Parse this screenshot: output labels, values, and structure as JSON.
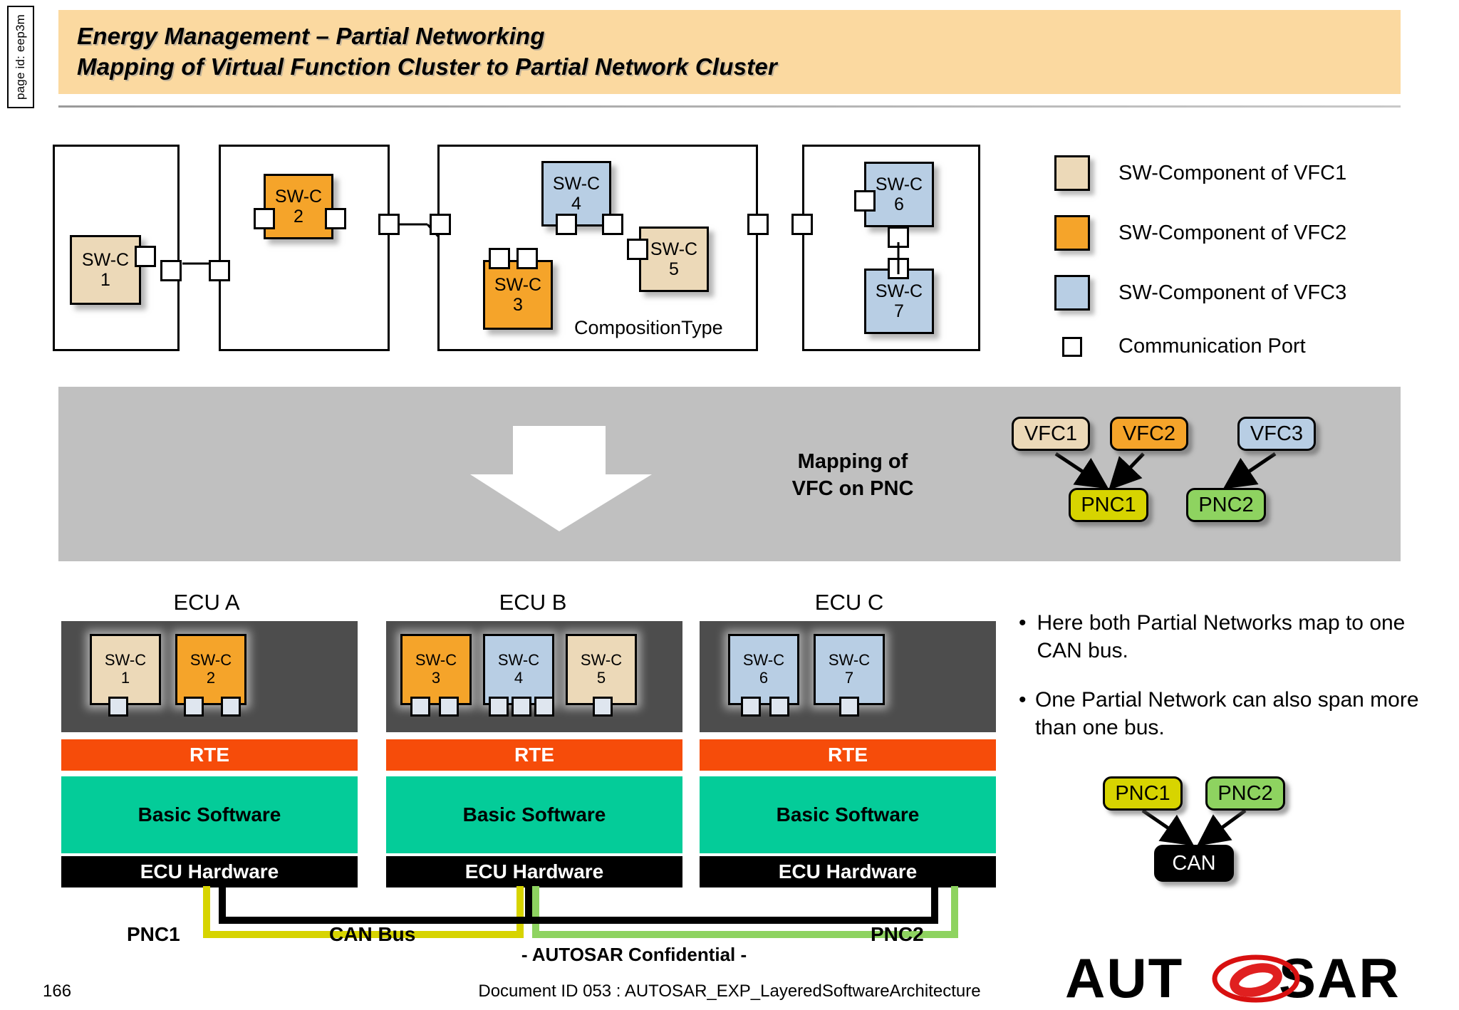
{
  "page_id": "page id: eep3m",
  "title": {
    "line1": "Energy Management – Partial Networking",
    "line2": "Mapping of Virtual Function Cluster to Partial Network Cluster"
  },
  "colors": {
    "vfc1": "#ecd9b8",
    "vfc2": "#f5a42a",
    "vfc3": "#b8cee4",
    "pnc1": "#d7d400",
    "pnc2": "#8ed360",
    "rte": "#f64c0a",
    "basic_software": "#04cc99",
    "ecu_hardware": "#000000",
    "title_band": "#fbd9a0",
    "gray_band": "#c0c0c0",
    "app_layer": "#4d4d4d"
  },
  "composition": {
    "label": "CompositionType",
    "components": [
      {
        "name": "SW-C",
        "num": "1",
        "vfc": "vfc1"
      },
      {
        "name": "SW-C",
        "num": "2",
        "vfc": "vfc2"
      },
      {
        "name": "SW-C",
        "num": "3",
        "vfc": "vfc2"
      },
      {
        "name": "SW-C",
        "num": "4",
        "vfc": "vfc3"
      },
      {
        "name": "SW-C",
        "num": "5",
        "vfc": "vfc1"
      },
      {
        "name": "SW-C",
        "num": "6",
        "vfc": "vfc3"
      },
      {
        "name": "SW-C",
        "num": "7",
        "vfc": "vfc3"
      }
    ]
  },
  "legend": {
    "items": [
      {
        "icon": "swatch-vfc1",
        "label": "SW-Component of VFC1"
      },
      {
        "icon": "swatch-vfc2",
        "label": "SW-Component of VFC2"
      },
      {
        "icon": "swatch-vfc3",
        "label": "SW-Component of VFC3"
      },
      {
        "icon": "communication-port-icon",
        "label": "Communication Port"
      }
    ]
  },
  "mapping": {
    "arrow_label": "Mapping of\nVFC on PNC",
    "arrow_label_l1": "Mapping of",
    "arrow_label_l2": "VFC on PNC",
    "vfc_nodes": [
      {
        "label": "VFC1",
        "color": "vfc1"
      },
      {
        "label": "VFC2",
        "color": "vfc2"
      },
      {
        "label": "VFC3",
        "color": "vfc3"
      }
    ],
    "pnc_nodes": [
      {
        "label": "PNC1",
        "color": "pnc1"
      },
      {
        "label": "PNC2",
        "color": "pnc2"
      }
    ],
    "edges": [
      {
        "from": "VFC1",
        "to": "PNC1"
      },
      {
        "from": "VFC2",
        "to": "PNC1"
      },
      {
        "from": "VFC3",
        "to": "PNC2"
      }
    ]
  },
  "ecus": [
    {
      "title": "ECU A",
      "components": [
        {
          "name": "SW-C",
          "num": "1",
          "vfc": "vfc1",
          "ports": 1
        },
        {
          "name": "SW-C",
          "num": "2",
          "vfc": "vfc2",
          "ports": 2
        }
      ],
      "rte": "RTE",
      "basic_software": "Basic Software",
      "hardware": "ECU Hardware"
    },
    {
      "title": "ECU B",
      "components": [
        {
          "name": "SW-C",
          "num": "3",
          "vfc": "vfc2",
          "ports": 2
        },
        {
          "name": "SW-C",
          "num": "4",
          "vfc": "vfc3",
          "ports": 3
        },
        {
          "name": "SW-C",
          "num": "5",
          "vfc": "vfc1",
          "ports": 1
        }
      ],
      "rte": "RTE",
      "basic_software": "Basic Software",
      "hardware": "ECU Hardware"
    },
    {
      "title": "ECU C",
      "components": [
        {
          "name": "SW-C",
          "num": "6",
          "vfc": "vfc3",
          "ports": 2
        },
        {
          "name": "SW-C",
          "num": "7",
          "vfc": "vfc3",
          "ports": 1
        }
      ],
      "rte": "RTE",
      "basic_software": "Basic Software",
      "hardware": "ECU Hardware"
    }
  ],
  "bus": {
    "pnc1_label": "PNC1",
    "pnc2_label": "PNC2",
    "can_label": "CAN Bus"
  },
  "bullets": [
    {
      "marker": "•",
      "text": "Here both Partial Networks map to one CAN bus."
    },
    {
      "marker": "•",
      "text": "One Partial Network can also span more than one bus."
    }
  ],
  "pnc_can": {
    "nodes": [
      {
        "label": "PNC1",
        "color": "pnc1"
      },
      {
        "label": "PNC2",
        "color": "pnc2"
      }
    ],
    "target": {
      "label": "CAN",
      "color": "#000000"
    }
  },
  "footer": {
    "confidential": "- AUTOSAR Confidential -",
    "page_number": "166",
    "document_id": "Document ID 053 : AUTOSAR_EXP_LayeredSoftwareArchitecture",
    "logo_text": "AUTOSAR"
  }
}
